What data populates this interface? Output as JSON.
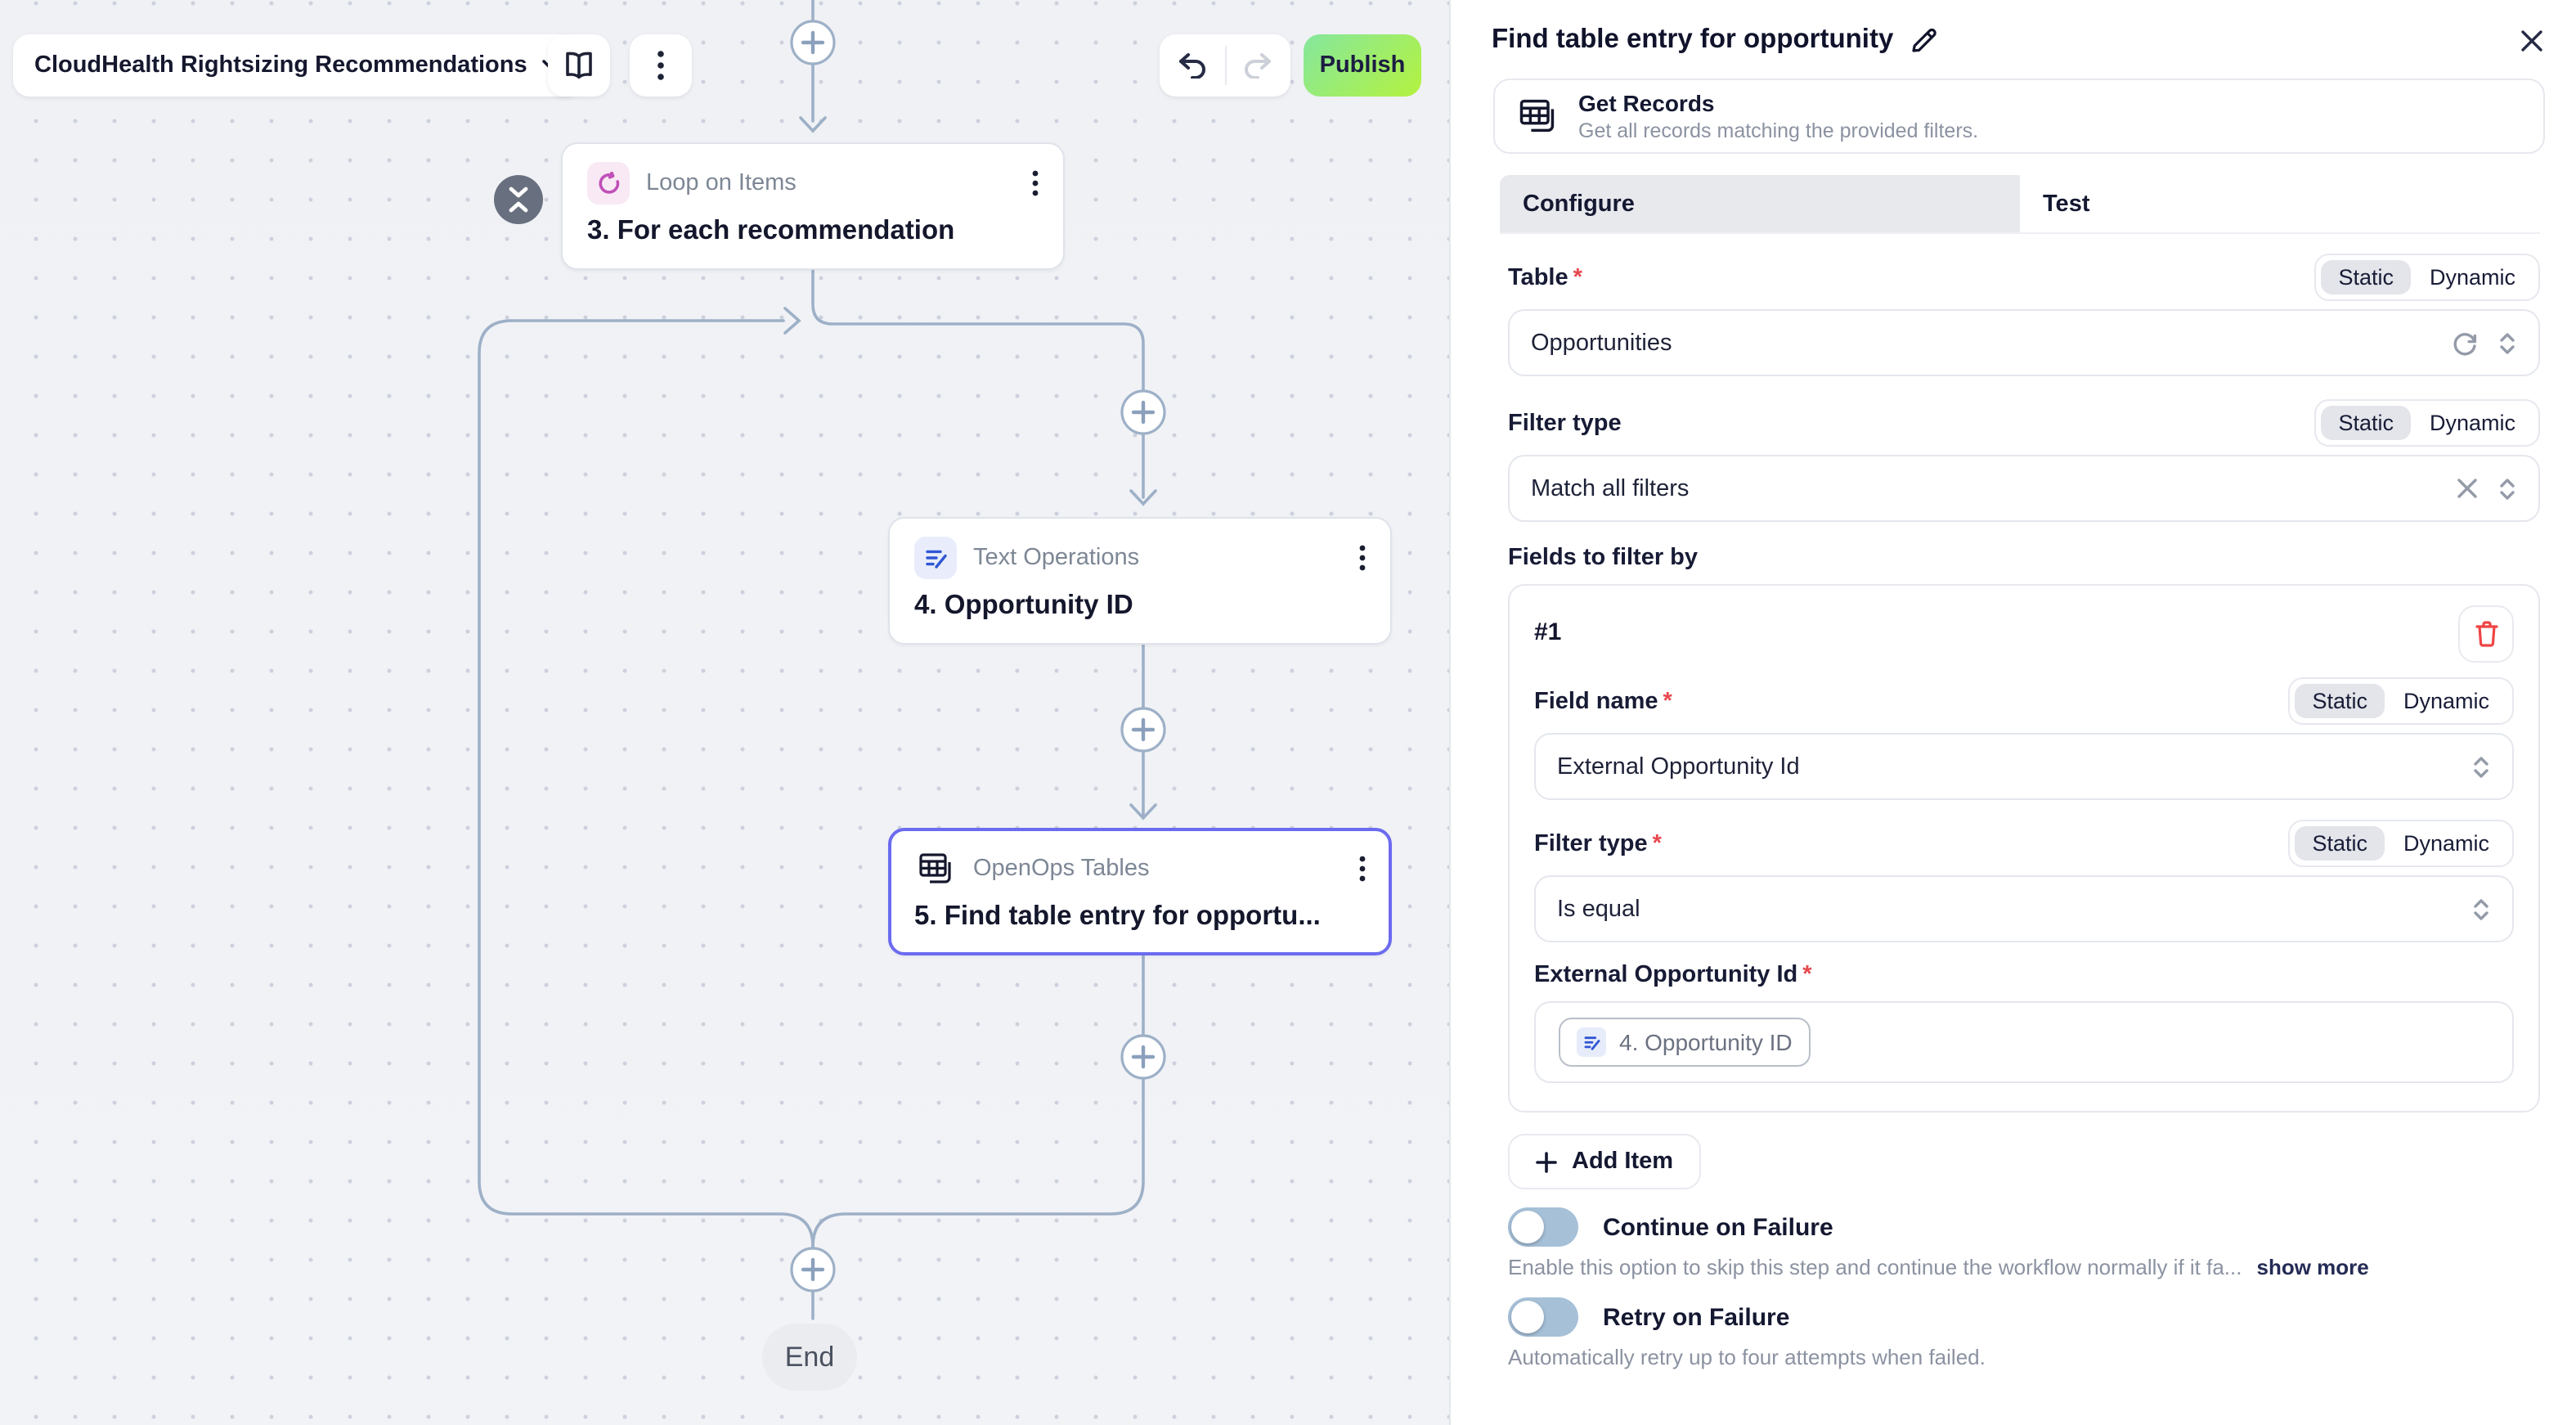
{
  "canvas": {
    "flow_selector_label": "CloudHealth Rightsizing Recommendations",
    "publish_label": "Publish",
    "nodes": [
      {
        "app": "Loop on Items",
        "title": "3. For each recommendation"
      },
      {
        "app": "Text Operations",
        "title": "4. Opportunity ID"
      },
      {
        "app": "OpenOps Tables",
        "title": "5. Find table entry for opportu..."
      }
    ],
    "end_label": "End"
  },
  "panel": {
    "title": "Find table entry for opportunity",
    "action": {
      "name": "Get Records",
      "description": "Get all records matching the provided filters."
    },
    "tabs": [
      {
        "label": "Configure"
      },
      {
        "label": "Test"
      }
    ],
    "required_marker": "*",
    "segmented": {
      "static": "Static",
      "dynamic": "Dynamic"
    },
    "table_field": {
      "label": "Table",
      "value": "Opportunities"
    },
    "filter_type_field": {
      "label": "Filter type",
      "value": "Match all filters"
    },
    "fields_to_filter_by_label": "Fields to filter by",
    "filter_item": {
      "index_label": "#1",
      "field_name": {
        "label": "Field name",
        "value": "External Opportunity Id"
      },
      "filter_type": {
        "label": "Filter type",
        "value": "Is equal"
      },
      "value_field": {
        "label": "External Opportunity Id",
        "token": "4. Opportunity ID"
      }
    },
    "add_item_label": "Add Item",
    "continue_on_failure": {
      "label": "Continue on Failure",
      "description": "Enable this option to skip this step and continue the workflow normally if it fa...",
      "show_more_label": "show more",
      "enabled": false
    },
    "retry_on_failure": {
      "label": "Retry on Failure",
      "description": "Automatically retry up to four attempts when failed.",
      "enabled": false
    }
  },
  "colors": {
    "publish_gradient_start": "#85e79d",
    "publish_gradient_end": "#b4f23f",
    "selected_node_border": "#6b6bf0",
    "edge": "#9db0c7",
    "danger": "#ef4444",
    "toggle_track_off": "#a6c0d8",
    "loop_icon": "#c050b8",
    "text_ops_icon": "#3056d3"
  }
}
